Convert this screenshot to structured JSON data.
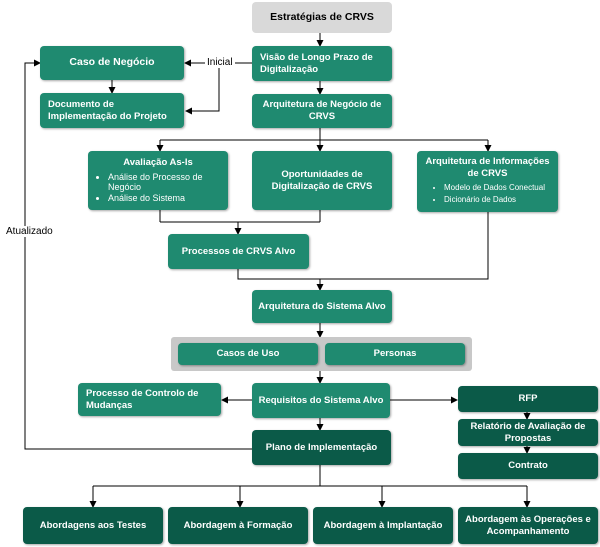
{
  "nodes": {
    "estrategias": "Estratégias de CRVS",
    "visao": "Visão de Longo Prazo de Digitalização",
    "caso_negocio": "Caso de Negócio",
    "documento": "Documento de Implementação do Projeto",
    "arq_negocio": "Arquitetura de Negócio de CRVS",
    "avaliacao": {
      "title": "Avaliação As-Is",
      "items": [
        "Análise do Processo de Negócio",
        "Análise do Sistema"
      ]
    },
    "oportunidades": "Oportunidades de Digitalização de CRVS",
    "arq_info": {
      "title": "Arquitetura de Informações de CRVS",
      "items": [
        "Modelo de Dados Conectual",
        "Dicionário de Dados"
      ]
    },
    "processos_alvo": "Processos de CRVS Alvo",
    "arq_sistema": "Arquitetura do Sistema Alvo",
    "casos_uso": "Casos de Uso",
    "personas": "Personas",
    "processo_controlo": "Processo de Controlo de Mudanças",
    "requisitos": "Requisitos do Sistema Alvo",
    "rfp": "RFP",
    "relatorio": "Relatório de Avaliação de Propostas",
    "contrato": "Contrato",
    "plano": "Plano de Implementação",
    "testes": "Abordagens aos Testes",
    "formacao": "Abordagem à Formação",
    "implantacao": "Abordagem à Implantação",
    "operacoes": "Abordagem às Operações e Acompanhamento"
  },
  "labels": {
    "inicial": "Inicial",
    "atualizado": "Atualizado"
  },
  "colors": {
    "box": "#1f8a70",
    "box_dark": "#0b5a48",
    "header": "#d9d9d9",
    "line": "#000000"
  }
}
